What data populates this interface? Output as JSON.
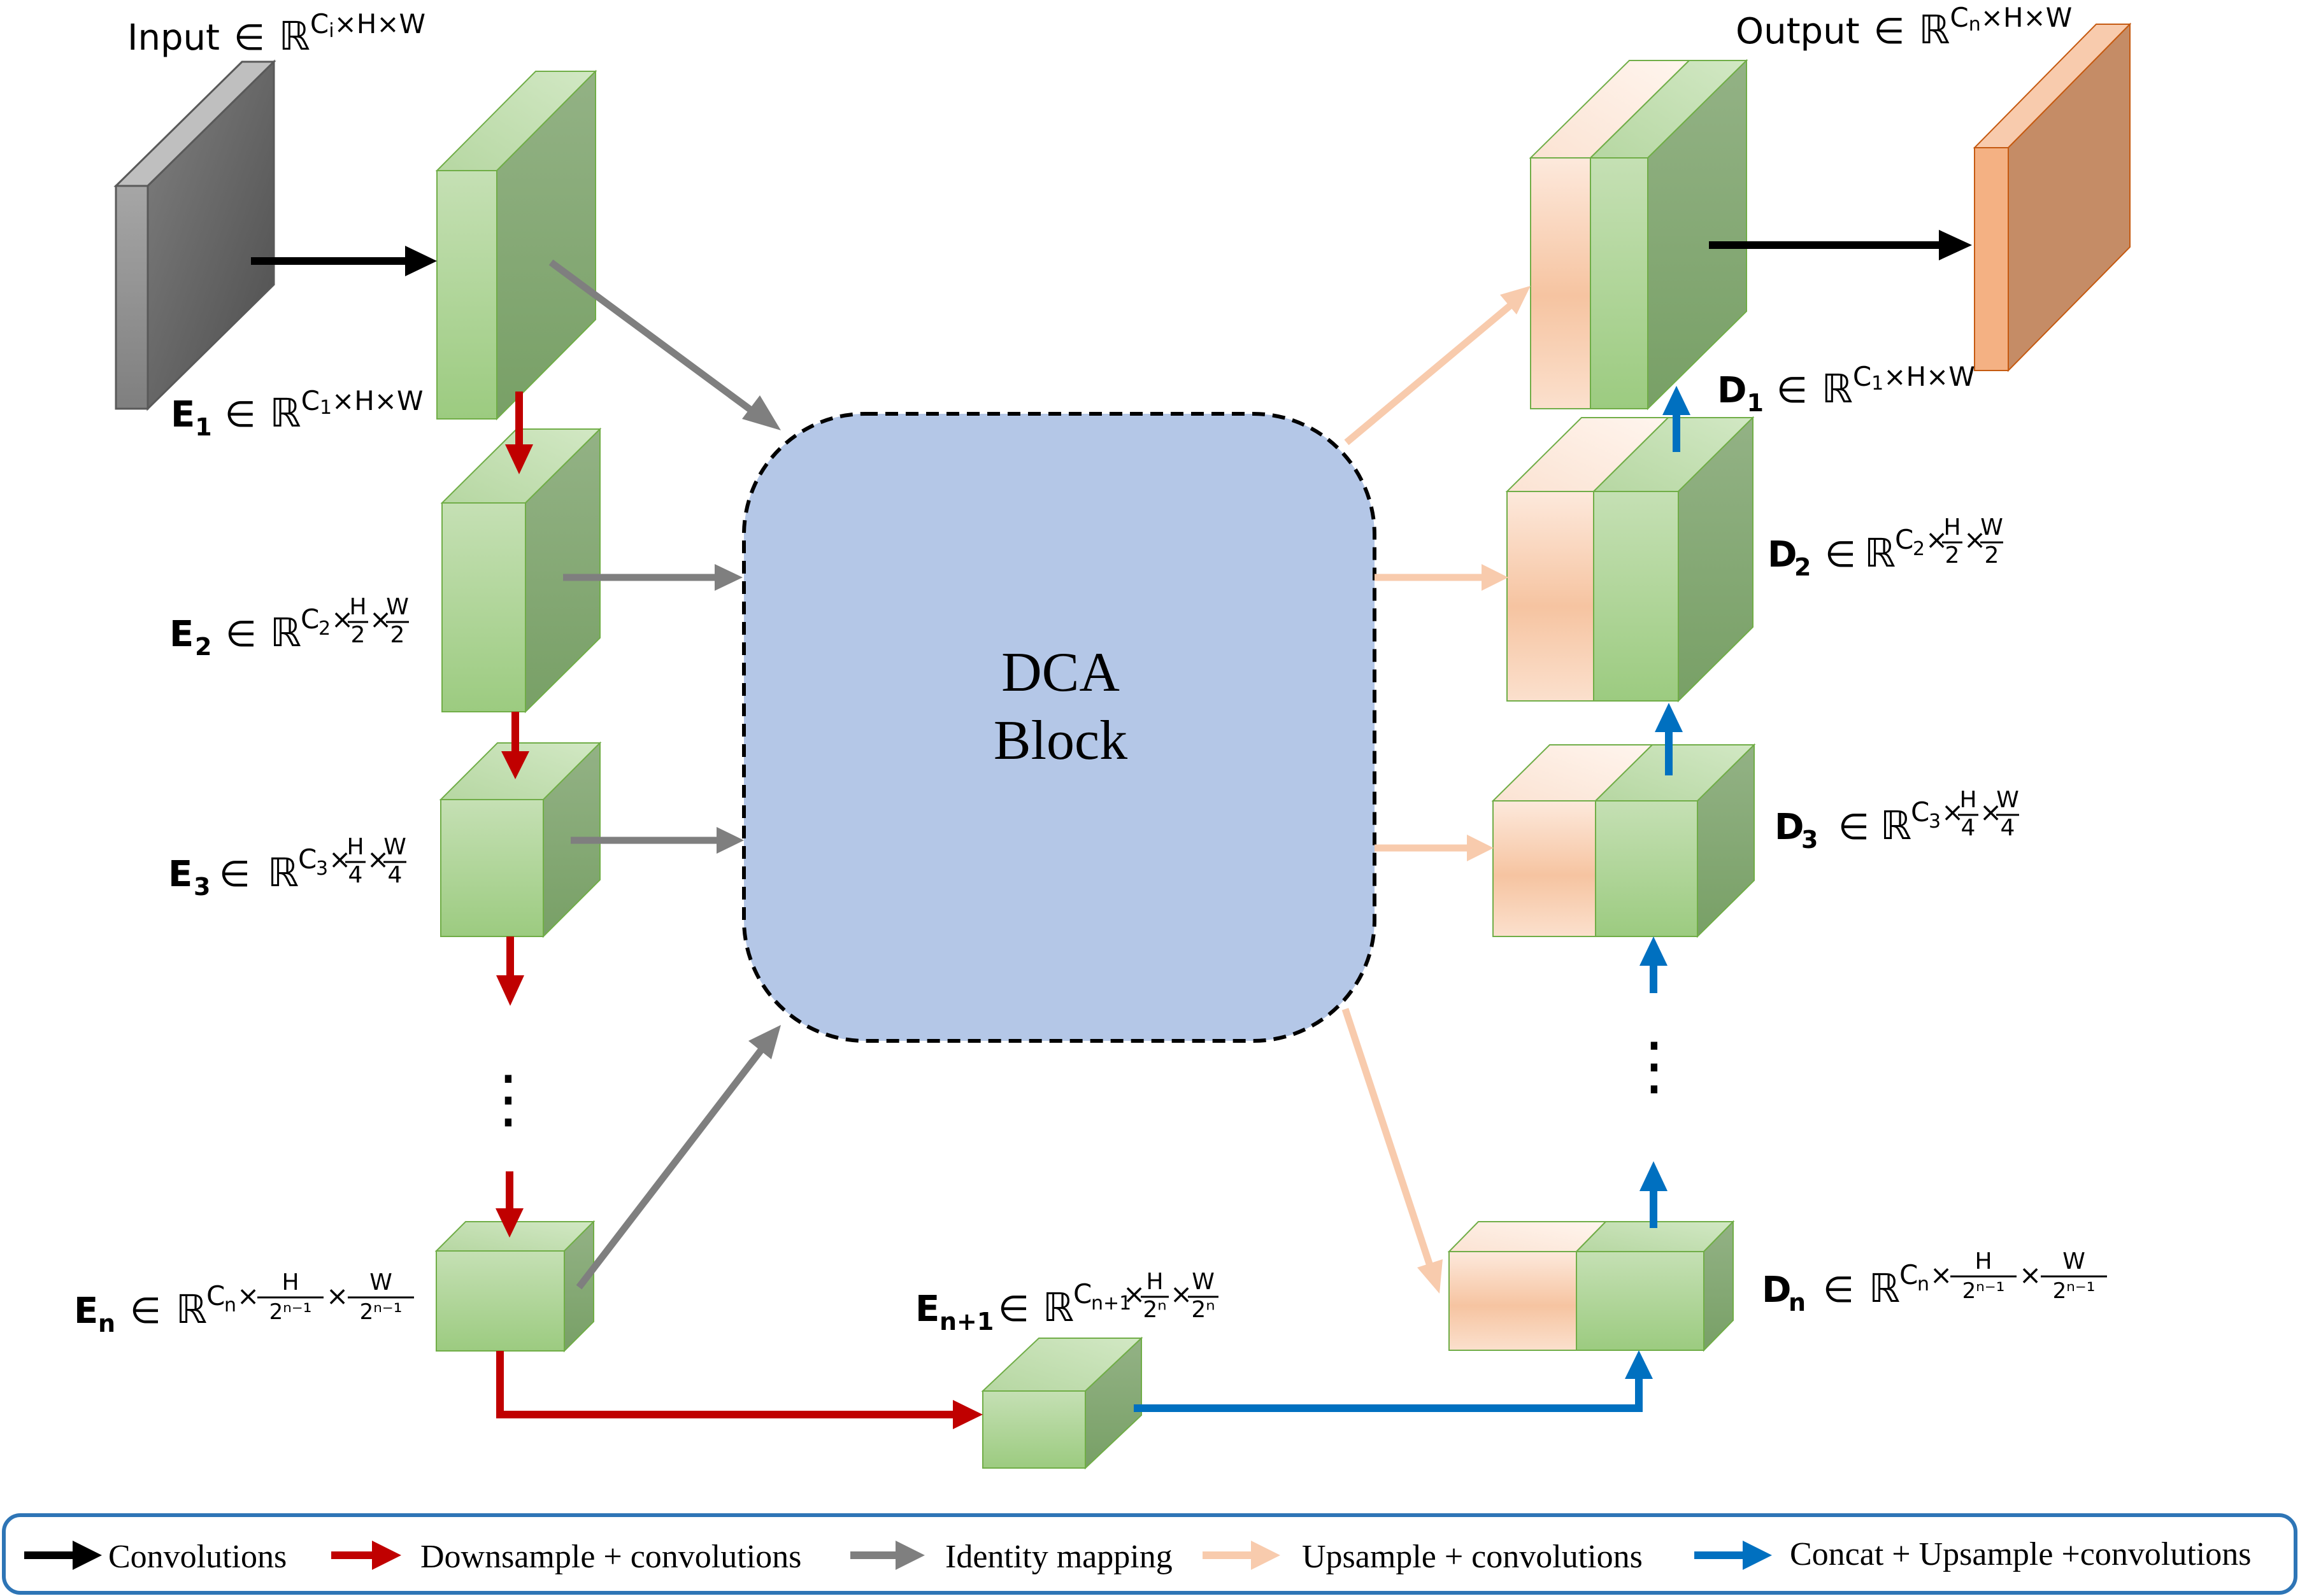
{
  "block": {
    "line1": "DCA",
    "line2": "Block"
  },
  "labels": {
    "input": {
      "word": "Input",
      "in": "∈",
      "R": "ℝ",
      "sup_main": "C",
      "sup_sub": "i",
      "sup_rest": "×H×W"
    },
    "output": {
      "word": "Output",
      "in": "∈",
      "R": "ℝ",
      "sup_main": "C",
      "sup_sub": "n",
      "sup_rest": "×H×W"
    },
    "e1": {
      "name": "E",
      "sub": "1",
      "in": "∈",
      "R": "ℝ",
      "sup_main": "C",
      "sup_sub": "1",
      "sup_rest": "×H×W"
    },
    "e2": {
      "name": "E",
      "sub": "2",
      "in": "∈",
      "R": "ℝ",
      "sup_main": "C",
      "sup_sub": "2",
      "times": "×",
      "h_num": "H",
      "h_den": "2",
      "w_num": "W",
      "w_den": "2"
    },
    "e3": {
      "name": "E",
      "sub": "3",
      "in": "∈",
      "R": "ℝ",
      "sup_main": "C",
      "sup_sub": "3",
      "times": "×",
      "h_num": "H",
      "h_den": "4",
      "w_num": "W",
      "w_den": "4"
    },
    "en": {
      "name": "E",
      "sub": "n",
      "in": "∈",
      "R": "ℝ",
      "sup_main": "C",
      "sup_sub": "n",
      "times": "×",
      "h_num": "H",
      "h_den": "2ⁿ⁻¹",
      "w_num": "W",
      "w_den": "2ⁿ⁻¹"
    },
    "en1": {
      "name": "E",
      "sub": "n+1",
      "in": "∈",
      "R": "ℝ",
      "sup_main": "C",
      "sup_sub": "n+1",
      "times": "×",
      "h_num": "H",
      "h_den": "2ⁿ",
      "w_num": "W",
      "w_den": "2ⁿ"
    },
    "d1": {
      "name": "D",
      "sub": "1",
      "in": "∈",
      "R": "ℝ",
      "sup_main": "C",
      "sup_sub": "1",
      "sup_rest": "×H×W"
    },
    "d2": {
      "name": "D",
      "sub": "2",
      "in": "∈",
      "R": "ℝ",
      "sup_main": "C",
      "sup_sub": "2",
      "times": "×",
      "h_num": "H",
      "h_den": "2",
      "w_num": "W",
      "w_den": "2"
    },
    "d3": {
      "name": "D",
      "sub": "3",
      "in": "∈",
      "R": "ℝ",
      "sup_main": "C",
      "sup_sub": "3",
      "times": "×",
      "h_num": "H",
      "h_den": "4",
      "w_num": "W",
      "w_den": "4"
    },
    "dn": {
      "name": "D",
      "sub": "n",
      "in": "∈",
      "R": "ℝ",
      "sup_main": "C",
      "sup_sub": "n",
      "times": "×",
      "h_num": "H",
      "h_den": "2ⁿ⁻¹",
      "w_num": "W",
      "w_den": "2ⁿ⁻¹"
    }
  },
  "ellipsis": "⋮",
  "legend": [
    {
      "label": "Convolutions",
      "color": "#000000"
    },
    {
      "label": "Downsample + convolutions",
      "color": "#c00000"
    },
    {
      "label": "Identity mapping",
      "color": "#7f7f7f"
    },
    {
      "label": "Upsample + convolutions",
      "color": "#f7caac"
    },
    {
      "label": "Concat + Upsample +convolutions",
      "color": "#0070c0"
    }
  ],
  "colors": {
    "block_fill": "#b4c7e7",
    "legend_border": "#2e75b6",
    "green_front": "#a9d18e",
    "green_side": "#86a877",
    "peach_front": "#f8cbad",
    "input_block": "#7f7f7f",
    "output_block": "#f4b183"
  }
}
